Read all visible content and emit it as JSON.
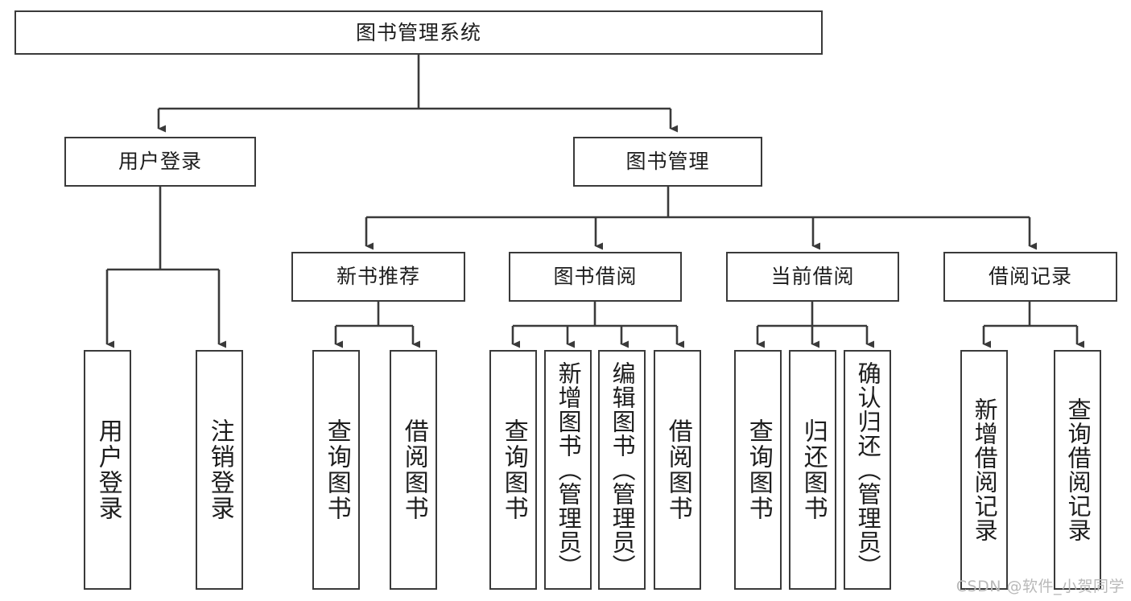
{
  "diagram": {
    "type": "tree-hierarchy",
    "title": "图书管理系统",
    "root": {
      "label": "图书管理系统"
    },
    "level2": [
      {
        "id": "user-login",
        "label": "用户登录"
      },
      {
        "id": "book-manage",
        "label": "图书管理"
      }
    ],
    "level3": [
      {
        "id": "new-book-recommend",
        "label": "新书推荐"
      },
      {
        "id": "book-borrow",
        "label": "图书借阅"
      },
      {
        "id": "current-borrow",
        "label": "当前借阅"
      },
      {
        "id": "borrow-record",
        "label": "借阅记录"
      }
    ],
    "leaves": {
      "user_login": [
        {
          "id": "leaf-user-login",
          "label": "用户登录"
        },
        {
          "id": "leaf-logout-login",
          "label": "注销登录"
        }
      ],
      "new_book_recommend": [
        {
          "id": "leaf-query-book-1",
          "label": "查询图书"
        },
        {
          "id": "leaf-borrow-book-1",
          "label": "借阅图书"
        }
      ],
      "book_borrow": [
        {
          "id": "leaf-query-book-2",
          "label": "查询图书"
        },
        {
          "id": "leaf-add-book",
          "label": "新增图书（管理员）"
        },
        {
          "id": "leaf-edit-book",
          "label": "编辑图书（管理员）"
        },
        {
          "id": "leaf-borrow-book-2",
          "label": "借阅图书"
        }
      ],
      "current_borrow": [
        {
          "id": "leaf-query-book-3",
          "label": "查询图书"
        },
        {
          "id": "leaf-return-book",
          "label": "归还图书"
        },
        {
          "id": "leaf-confirm-return",
          "label": "确认归还（管理员）"
        }
      ],
      "borrow_record": [
        {
          "id": "leaf-add-record",
          "label": "新增借阅记录"
        },
        {
          "id": "leaf-query-record",
          "label": "查询借阅记录"
        }
      ]
    },
    "watermark": "CSDN @软件_小贺同学",
    "colors": {
      "border": "#3a3a3a",
      "text": "#1d1d1d",
      "background": "#ffffff",
      "watermark": "#b9b9b9"
    }
  }
}
